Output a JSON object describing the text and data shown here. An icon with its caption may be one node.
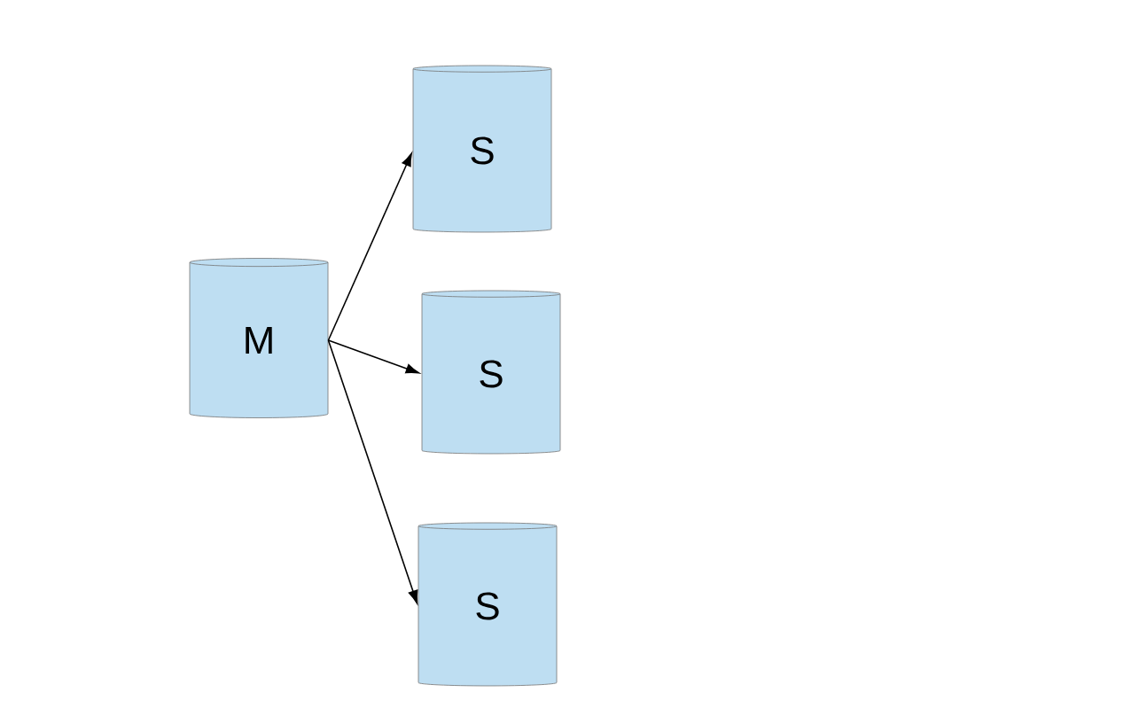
{
  "diagram": {
    "nodes": [
      {
        "text": [
          "M"
        ]
      },
      {
        "text": [
          "S"
        ]
      },
      {
        "text": [
          "S"
        ]
      },
      {
        "text": [
          "S"
        ]
      }
    ],
    "edges": [
      {
        "from": 0,
        "to": 1,
        "arrow": "to"
      },
      {
        "from": 0,
        "to": 2,
        "arrow": "to"
      },
      {
        "from": 0,
        "to": 3,
        "arrow": "to"
      }
    ]
  }
}
